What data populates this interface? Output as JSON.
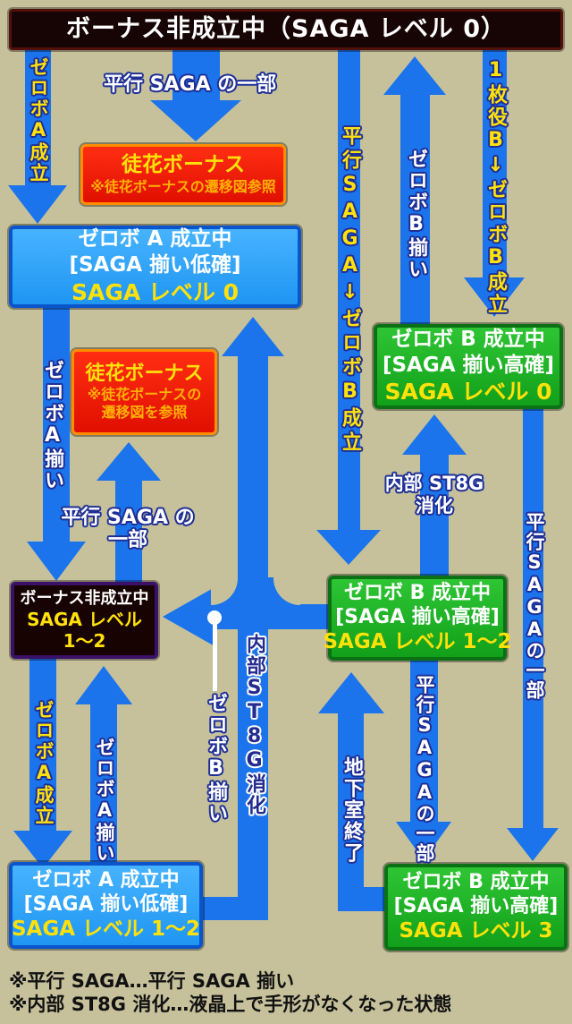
{
  "colors": {
    "background": "#c6c19b",
    "arrow_blue": "#1b74ec",
    "blue_box_fill": "#2fa6f8",
    "blue_box_border": "#0a55cc",
    "green_box_fill": "#1eb424",
    "green_box_border": "#0b7114",
    "red_box_fill": "#e91405",
    "red_box_border": "#ff8d00",
    "dark_box_fill": "#170301",
    "dark_box_border": "#3a1166",
    "header_fill": "#170404",
    "header_border": "#511109",
    "label_yellow": "#ffe10a",
    "label_white": "#ffffff",
    "label_outline_navy": "#1e2f96"
  },
  "header": {
    "label": "ボーナス非成立中（SAGA レベル 0）"
  },
  "boxes": {
    "blue_a_lv0": {
      "title": "ゼロボ A 成立中",
      "subtitle": "[SAGA 揃い低確]",
      "level": "SAGA レベル 0"
    },
    "ada_bonus_1": {
      "title": "徒花ボーナス",
      "note": "※徒花ボーナスの遷移図参照"
    },
    "ada_bonus_2": {
      "title": "徒花ボーナス",
      "note_line1": "※徒花ボーナスの",
      "note_line2": "遷移図を参照"
    },
    "green_b_lv0": {
      "title": "ゼロボ B 成立中",
      "subtitle": "[SAGA 揃い高確]",
      "level": "SAGA レベル 0"
    },
    "dark_lv12": {
      "title": "ボーナス非成立中",
      "level_line1": "SAGA レベル",
      "level_line2": "1〜2"
    },
    "green_b_lv12": {
      "title": "ゼロボ B 成立中",
      "subtitle": "[SAGA 揃い高確]",
      "level": "SAGA レベル 1〜2"
    },
    "blue_a_lv12": {
      "title": "ゼロボ A 成立中",
      "subtitle": "[SAGA 揃い低確]",
      "level": "SAGA レベル 1〜2"
    },
    "green_b_lv3": {
      "title": "ゼロボ B 成立中",
      "subtitle": "[SAGA 揃い高確]",
      "level": "SAGA レベル 3"
    }
  },
  "arrow_labels": {
    "zerobo_a_seiritsu_top": "ゼロボA成立",
    "parallel_saga_part_top": "平行 SAGA の一部",
    "zerobo_b_soroi_return": "ゼロボB揃い",
    "parallel_saga_to_zerobo_b": "平行SAGA↓ゼロボB成立",
    "one_coin_b_to_zerobo_b": "1枚役B↓ゼロボB成立",
    "zerobo_a_soroi_left": "ゼロボA揃い",
    "parallel_saga_part_mid_line1": "平行 SAGA の",
    "parallel_saga_part_mid_line2": "一部",
    "naibu_st8g_left": "内部ST8G消化",
    "zerobo_b_soroi_callout": "ゼロボB揃い",
    "naibu_st8g_right_line1": "内部 ST8G",
    "naibu_st8g_right_line2": "消化",
    "chikashitsu_end": "地下室終了",
    "zerobo_a_seiritsu_bottom": "ゼロボA成立",
    "zerobo_a_soroi_bottom": "ゼロボA揃い",
    "parallel_saga_part_right_mid": "平行SAGAの一部",
    "parallel_saga_part_right_tall": "平行SAGAの一部"
  },
  "footnotes": {
    "line1": "※平行 SAGA…平行 SAGA 揃い",
    "line2": "※内部 ST8G 消化…液晶上で手形がなくなった状態"
  }
}
